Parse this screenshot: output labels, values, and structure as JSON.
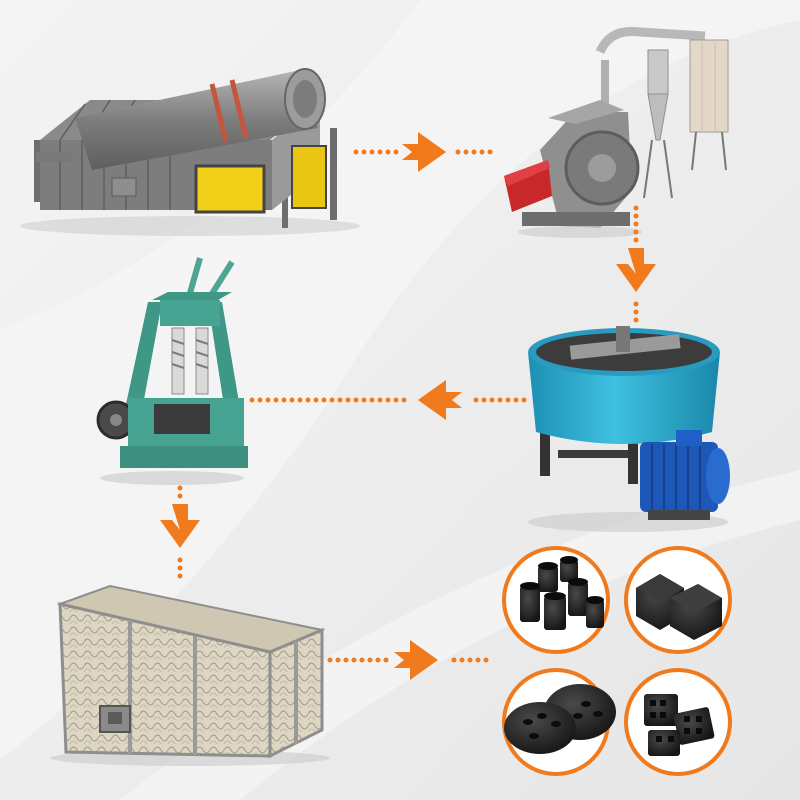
{
  "diagram": {
    "type": "process-flow",
    "accent_color": "#f07a1c",
    "background_color": "#ededed",
    "steps": [
      {
        "id": "carbonization-furnace",
        "icon": "rotary-carbonization-furnace"
      },
      {
        "id": "hammer-crusher",
        "icon": "hammer-crusher-with-cyclone"
      },
      {
        "id": "wheel-mixer",
        "icon": "blue-wheel-grinding-mixer"
      },
      {
        "id": "briquette-press",
        "icon": "green-honeycomb-briquette-press"
      },
      {
        "id": "drying-room",
        "icon": "briquette-drying-room"
      },
      {
        "id": "final-products",
        "icon": "charcoal-briquette-products"
      }
    ],
    "products": [
      {
        "icon": "honeycomb-cylinder-briquettes"
      },
      {
        "icon": "square-cube-briquettes"
      },
      {
        "icon": "round-disc-briquettes"
      },
      {
        "icon": "square-hole-briquettes"
      }
    ],
    "flow": [
      {
        "from": "carbonization-furnace",
        "to": "hammer-crusher",
        "direction": "right"
      },
      {
        "from": "hammer-crusher",
        "to": "wheel-mixer",
        "direction": "down"
      },
      {
        "from": "wheel-mixer",
        "to": "briquette-press",
        "direction": "left"
      },
      {
        "from": "briquette-press",
        "to": "drying-room",
        "direction": "down"
      },
      {
        "from": "drying-room",
        "to": "final-products",
        "direction": "right"
      }
    ]
  }
}
